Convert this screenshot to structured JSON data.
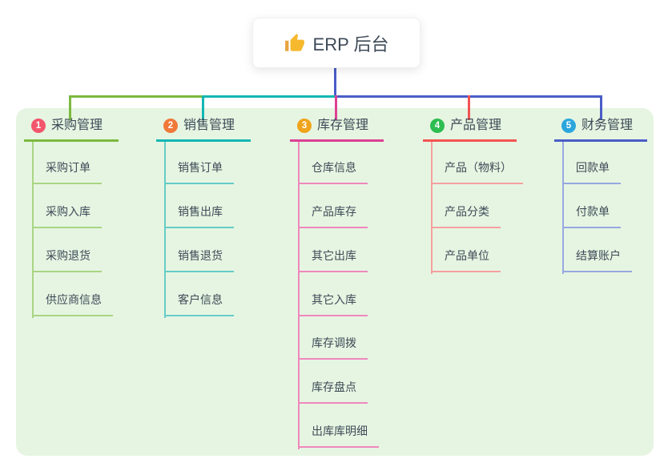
{
  "root": {
    "title": "ERP 后台",
    "icon": "thumbs-up"
  },
  "panel": {
    "background": "#e6f5e2"
  },
  "connector": {
    "root_line_color": "#4a5dc7"
  },
  "branches": [
    {
      "number": "1",
      "label": "采购管理",
      "badge_color": "#f2566c",
      "line_color": "#7cb93e",
      "child_line_color": "#a9d584",
      "children": [
        "采购订单",
        "采购入库",
        "采购退货",
        "供应商信息"
      ]
    },
    {
      "number": "2",
      "label": "销售管理",
      "badge_color": "#f0793a",
      "line_color": "#12b7b3",
      "child_line_color": "#66ccc8",
      "children": [
        "销售订单",
        "销售出库",
        "销售退货",
        "客户信息"
      ]
    },
    {
      "number": "3",
      "label": "库存管理",
      "badge_color": "#efa41d",
      "line_color": "#dc4193",
      "child_line_color": "#ef87bd",
      "children": [
        "仓库信息",
        "产品库存",
        "其它出库",
        "其它入库",
        "库存调拨",
        "库存盘点",
        "出库库明细"
      ]
    },
    {
      "number": "4",
      "label": "产品管理",
      "badge_color": "#2dbd52",
      "line_color": "#f25353",
      "child_line_color": "#f5a0a0",
      "children": [
        "产品（物料）",
        "产品分类",
        "产品单位"
      ]
    },
    {
      "number": "5",
      "label": "财务管理",
      "badge_color": "#2ba6dd",
      "line_color": "#4a5dc7",
      "child_line_color": "#97a8e0",
      "children": [
        "回款单",
        "付款单",
        "结算账户"
      ]
    }
  ]
}
